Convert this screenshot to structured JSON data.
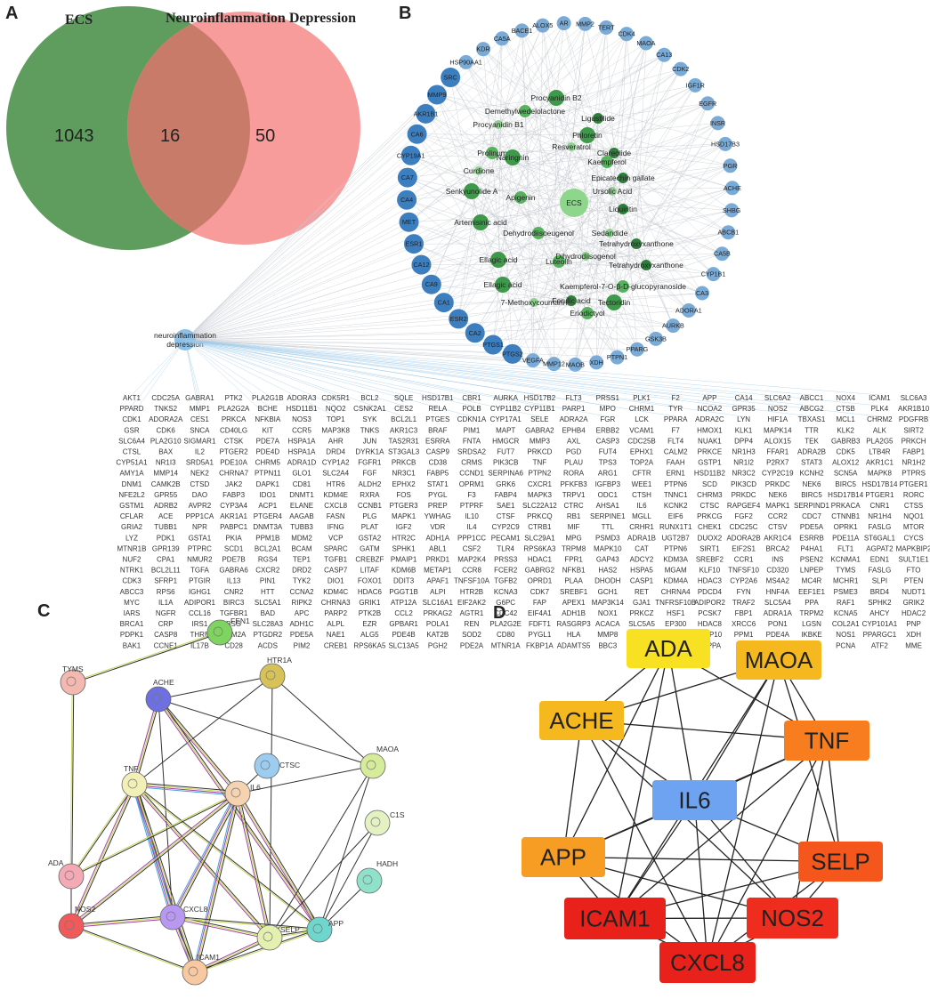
{
  "panels": {
    "a": "A",
    "b": "B",
    "c": "C",
    "d": "D"
  },
  "venn": {
    "left_label": "ECS",
    "right_label": "Neuroinflammation Depression",
    "left_only": "1043",
    "overlap": "16",
    "right_only": "50",
    "left_color": "#5f9d5f",
    "right_color": "#f79b9b",
    "overlap_color": "#c97b6a"
  },
  "network": {
    "center": "ECS",
    "disease_node": "neuroinflammation\ndepression",
    "compounds": [
      "Procyanidin B2",
      "Demethylwedelolactone",
      "Procyanidin B1",
      "Ligustilide",
      "Phloretin",
      "Prolinum",
      "Resveratrol",
      "Clareolide",
      "Naringnin",
      "Kaempferol",
      "Curdione",
      "Epicatechin gallate",
      "Senkyunolide A",
      "Apigenin",
      "Ursolic Acid",
      "Liquiritin",
      "Artemisinic acid",
      "Dehydrodiisoeugenol",
      "Sedandide",
      "Tetrahydroxyxanthone",
      "Ellagic acid",
      "Luteolin",
      "Dihydrodiisogenol",
      "Tetrahydroxyxanthone",
      "Ellagic acid",
      "Kaempferol-7-O-β-D-glucopyranoside",
      "7-Methoxycoumarin",
      "Ferulic acid",
      "Tectoridin",
      "Eriodictyol"
    ],
    "ring_genes": [
      "AR",
      "MMP2",
      "TERT",
      "CDK4",
      "MAOA",
      "CA13",
      "CDK2",
      "IGF1R",
      "EGFR",
      "INSR",
      "HSD17B3",
      "PGR",
      "ACHE",
      "SHBG",
      "ABCB1",
      "CA5B",
      "CYP1B1",
      "CA3",
      "ADORA1",
      "AURKB",
      "GSK3B",
      "PPARG",
      "PTPN1",
      "XDH",
      "MAOB",
      "MMP12",
      "VEGFA",
      "PTGS2",
      "PTGS1",
      "CA2",
      "ESR2",
      "CA1",
      "CA9",
      "CA12",
      "ESR1",
      "MET",
      "CA4",
      "CA7",
      "CYP19A1",
      "CA6",
      "AKR1B1",
      "MMP9",
      "SRC",
      "HSP90AA1",
      "KDR",
      "CA5A",
      "BACE1",
      "ALOX5"
    ]
  },
  "targets": [
    [
      "AKT1",
      "CDC25A",
      "GABRA1",
      "PTK2",
      "PLA2G1B",
      "ADORA3",
      "CDK5R1",
      "BCL2",
      "SQLE",
      "HSD17B1",
      "CBR1",
      "AURKA",
      "HSD17B2",
      "FLT3",
      "PRSS1",
      "PLK1",
      "F2",
      "APP",
      "CA14",
      "SLC6A2",
      "ABCC1",
      "NOX4",
      "ICAM1",
      "SLC6A3"
    ],
    [
      "PPARD",
      "TNKS2",
      "MMP1",
      "PLA2G2A",
      "BCHE",
      "HSD11B1",
      "NQO2",
      "CSNK2A1",
      "CES2",
      "RELA",
      "POLB",
      "CYP11B2",
      "CYP11B1",
      "PARP1",
      "MPO",
      "CHRM1",
      "TYR",
      "NCOA2",
      "GPR35",
      "NOS2",
      "ABCG2",
      "CTSB",
      "PLK4",
      "AKR1B10"
    ],
    [
      "CDK1",
      "ADORA2A",
      "CES1",
      "PRKCA",
      "NFKBIA",
      "NOS3",
      "TOP1",
      "SYK",
      "BCL2L1",
      "PTGES",
      "CDKN1A",
      "CYP17A1",
      "SELE",
      "ADRA2A",
      "FGR",
      "LCK",
      "PPARA",
      "ADRA2C",
      "LYN",
      "HIF1A",
      "TBXAS1",
      "MCL1",
      "CHRM2",
      "PDGFRB"
    ],
    [
      "GSR",
      "CDK6",
      "SNCA",
      "CD40LG",
      "KIT",
      "CCR5",
      "MAP3K8",
      "TNKS",
      "AKR1C3",
      "BRAF",
      "PIM1",
      "MAPT",
      "GABRA2",
      "EPHB4",
      "ERBB2",
      "VCAM1",
      "F7",
      "HMOX1",
      "KLK1",
      "MAPK14",
      "TTR",
      "KLK2",
      "ALK",
      "SIRT2"
    ],
    [
      "SLC6A4",
      "PLA2G10",
      "SIGMAR1",
      "CTSK",
      "PDE7A",
      "HSPA1A",
      "AHR",
      "JUN",
      "TAS2R31",
      "ESRRA",
      "FNTA",
      "HMGCR",
      "MMP3",
      "AXL",
      "CASP3",
      "CDC25B",
      "FLT4",
      "NUAK1",
      "DPP4",
      "ALOX15",
      "TEK",
      "GABRB3",
      "PLA2G5",
      "PRKCH"
    ],
    [
      "CTSL",
      "BAX",
      "IL2",
      "PTGER2",
      "PDE4D",
      "HSPA1A",
      "DRD4",
      "DYRK1A",
      "ST3GAL3",
      "CASP9",
      "SRDSA2",
      "FUT7",
      "PRKCD",
      "PGD",
      "FUT4",
      "EPHX1",
      "CALM2",
      "PRKCE",
      "NR1H3",
      "FFAR1",
      "ADRA2B",
      "CDK5",
      "LTB4R",
      "FABP1"
    ],
    [
      "CYP51A1",
      "NR1I3",
      "SRD5A1",
      "PDE10A",
      "CHRM5",
      "ADRA1D",
      "CYP1A2",
      "FGFR1",
      "PRKCB",
      "CD38",
      "CRMS",
      "PIK3CB",
      "TNF",
      "PLAU",
      "TPS3",
      "TOP2A",
      "FAAH",
      "GSTP1",
      "NR1I2",
      "P2RX7",
      "STAT3",
      "ALOX12",
      "AKR1C1",
      "NR1H2"
    ],
    [
      "AMY1A",
      "MMP14",
      "NEK2",
      "CHRNA7",
      "PTPN11",
      "GLO1",
      "SLC2A4",
      "FGF",
      "NR3C1",
      "FABP5",
      "CCND1",
      "SERPINA6",
      "PTPN2",
      "RORA",
      "ARG1",
      "CFTR",
      "ERN1",
      "HSD11B2",
      "NR3C2",
      "CYP2C19",
      "KCNH2",
      "SCN5A",
      "MAPK8",
      "PTPRS"
    ],
    [
      "DNM1",
      "CAMK2B",
      "CTSD",
      "JAK2",
      "DAPK1",
      "CD81",
      "HTR6",
      "ALDH2",
      "EPHX2",
      "STAT1",
      "OPRM1",
      "GRK6",
      "CXCR1",
      "PFKFB3",
      "IGFBP3",
      "WEE1",
      "PTPN6",
      "SCD",
      "PIK3CD",
      "PRKDC",
      "NEK6",
      "BIRC5",
      "HSD17B14",
      "PTGER1"
    ],
    [
      "NFE2L2",
      "GPR55",
      "DAO",
      "FABP3",
      "IDO1",
      "DNMT1",
      "KDM4E",
      "RXRA",
      "FOS",
      "PYGL",
      "F3",
      "FABP4",
      "MAPK3",
      "TRPV1",
      "ODC1",
      "CTSH",
      "TNNC1",
      "CHRM3",
      "PRKDC",
      "NEK6",
      "BIRC5",
      "HSD17B14",
      "PTGER1",
      "RORC"
    ],
    [
      "GSTM1",
      "ADRB2",
      "AVPR2",
      "CYP3A4",
      "ACP1",
      "ELANE",
      "CXCL8",
      "CCNB1",
      "PTGER3",
      "PREP",
      "PTPRF",
      "SAE1",
      "SLC22A12",
      "CTRC",
      "AHSA1",
      "IL6",
      "KCNK2",
      "CTSC",
      "RAPGEF4",
      "MAPK1",
      "SERPIND1",
      "PRKACA",
      "CNR1",
      "CTSS"
    ],
    [
      "CFLAR",
      "ACE",
      "PPP1CA",
      "AKR1A1",
      "PTGER4",
      "AAGAB",
      "FASN",
      "PLG",
      "MAPK1",
      "YWHAG",
      "IL10",
      "CTSF",
      "PRKCQ",
      "RB1",
      "SERPINE1",
      "MGLL",
      "EIF6",
      "PRKCG",
      "FGF2",
      "CCR2",
      "CDC7",
      "CTNNB1",
      "NR1H4",
      "NQO1"
    ],
    [
      "GRIA2",
      "TUBB1",
      "NPR",
      "PABPC1",
      "DNMT3A",
      "TUBB3",
      "IFNG",
      "PLAT",
      "IGF2",
      "VDR",
      "IL4",
      "CYP2C9",
      "CTRB1",
      "MIF",
      "TTL",
      "CRHR1",
      "RUNX1T1",
      "CHEK1",
      "CDC25C",
      "CTSV",
      "PDE5A",
      "OPRK1",
      "FASLG",
      "MTOR"
    ],
    [
      "LYZ",
      "PDK1",
      "GSTA1",
      "PKIA",
      "PPM1B",
      "MDM2",
      "VCP",
      "GSTA2",
      "HTR2C",
      "ADH1A",
      "PPP1CC",
      "PECAM1",
      "SLC29A1",
      "MPG",
      "PSMD3",
      "ADRA1B",
      "UGT2B7",
      "DUOX2",
      "ADORA2B",
      "AKR1C4",
      "ESRRB",
      "PDE11A",
      "ST6GAL1",
      "CYCS"
    ],
    [
      "MTNR1B",
      "GPR139",
      "PTPRC",
      "SCD1",
      "BCL2A1",
      "BCAM",
      "SPARC",
      "GATM",
      "SPHK1",
      "ABL1",
      "CSF2",
      "TLR4",
      "RPS6KA3",
      "TRPM8",
      "MAPK10",
      "CAT",
      "PTPN6",
      "SIRT1",
      "EIF2S1",
      "BRCA2",
      "P4HA1",
      "FLT1",
      "AGPAT2",
      "MAPKBIP2"
    ],
    [
      "NUF2",
      "CPA1",
      "NMUR2",
      "PDE7B",
      "RGS4",
      "TEP1",
      "TGFB1",
      "CREBZF",
      "PMAIP1",
      "PRKD1",
      "MAP2K4",
      "PRSS3",
      "HDAC1",
      "FPR1",
      "GAP43",
      "ADCY2",
      "KDM3A",
      "SREBF2",
      "CCR1",
      "INS",
      "PSEN2",
      "KCNMA1",
      "EDN1",
      "SULT1E1"
    ],
    [
      "NTRK1",
      "BCL2L11",
      "TGFA",
      "GABRA6",
      "CXCR2",
      "DRD2",
      "CASP7",
      "LITAF",
      "KDM6B",
      "METAP1",
      "CCR8",
      "FCER2",
      "GABRG2",
      "NFKB1",
      "HAS2",
      "HSPA5",
      "MGAM",
      "KLF10",
      "TNFSF10",
      "CD320",
      "LNPEP",
      "TYMS",
      "FASLG",
      "FTO"
    ],
    [
      "CDK3",
      "SFRP1",
      "PTGIR",
      "IL13",
      "PIN1",
      "TYK2",
      "DIO1",
      "FOXO1",
      "DDIT3",
      "APAF1",
      "TNFSF10A",
      "TGFB2",
      "OPRD1",
      "PLAA",
      "DHODH",
      "CASP1",
      "KDM4A",
      "HDAC3",
      "CYP2A6",
      "MS4A2",
      "MC4R",
      "MCHR1",
      "SLPI",
      "PTEN"
    ],
    [
      "ABCC3",
      "RPS6",
      "IGHG1",
      "CNR2",
      "HTT",
      "CCNA2",
      "KDM4C",
      "HDAC6",
      "PGGT1B",
      "ALPI",
      "HTR2B",
      "KCNA3",
      "CDK7",
      "SREBF1",
      "GCH1",
      "RET",
      "CHRNA4",
      "PDCD4",
      "FYN",
      "HNF4A",
      "EEF1E1",
      "PSME3",
      "BRD4",
      "NUDT1"
    ],
    [
      "MYC",
      "IL1A",
      "ADIPOR1",
      "BIRC3",
      "SLC5A1",
      "RIPK2",
      "CHRNA3",
      "GRIK1",
      "ATP12A",
      "SLC16A1",
      "EIF2AK2",
      "G6PC",
      "FAP",
      "APEX1",
      "MAP3K14",
      "GJA1",
      "TNFRSF10B",
      "ADIPOR2",
      "TRAF2",
      "SLC5A4",
      "PPA",
      "RAF1",
      "SPHK2",
      "GRIK2"
    ],
    [
      "IARS",
      "NGFR",
      "CCL16",
      "TGFBR1",
      "BAD",
      "APC",
      "PARP2",
      "PTK2B",
      "CCL2",
      "PRKAG2",
      "AGTR1",
      "CDC42",
      "EIF4A1",
      "ADH1B",
      "NOX1",
      "PRKCZ",
      "HSF1",
      "PCSK7",
      "FBP1",
      "ADRA1A",
      "TRPM2",
      "KCNA5",
      "AHCY",
      "HDAC2"
    ],
    [
      "BRCA1",
      "CRP",
      "IRS1",
      "BSG",
      "SLC28A3",
      "ADH1C",
      "ALPL",
      "EZR",
      "GPBAR1",
      "POLA1",
      "REN",
      "PLA2G2E",
      "FDFT1",
      "RASGRP3",
      "ACACA",
      "SLC5A5",
      "EP300",
      "HDAC8",
      "XRCC6",
      "PON1",
      "LGSN",
      "COL2A1",
      "CYP101A1",
      "PNP"
    ],
    [
      "PDPK1",
      "CASP8",
      "THRB",
      "KDM2A",
      "PTGDR2",
      "PDE5A",
      "NAE1",
      "ALG5",
      "PDE4B",
      "KAT2B",
      "SOD2",
      "CD80",
      "PYGL1",
      "HLA",
      "MMP8",
      "CCR4",
      "DUSP3",
      "MMP10",
      "PPM1",
      "PDE4A",
      "IKBKE",
      "NOS1",
      "PPARGC1",
      "XDH"
    ],
    [
      "BAK1",
      "CCNE1",
      "IL17B",
      "CD28",
      "ACDS",
      "PIM2",
      "CREB1",
      "RPS6KA5",
      "SLC13A5",
      "PGH2",
      "PDE2A",
      "MTNR1A",
      "FKBP1A",
      "ADAMTS5",
      "BBC3",
      "CCNE2",
      "C5AR1",
      "PAPPA",
      "PPIF",
      "COMT",
      "NEK1",
      "PCNA",
      "ATF2",
      "MME"
    ]
  ],
  "string_net": {
    "nodes": [
      "FEN1",
      "TYMS",
      "HTR1A",
      "ACHE",
      "MAOA",
      "CTSC",
      "TNF",
      "IL6",
      "C1S",
      "ADA",
      "HADH",
      "NOS2",
      "CXCL8",
      "APP",
      "SELP",
      "ICAM1"
    ]
  },
  "hub_net": {
    "nodes": [
      "ADA",
      "MAOA",
      "ACHE",
      "TNF",
      "IL6",
      "APP",
      "SELP",
      "ICAM1",
      "NOS2",
      "CXCL8"
    ],
    "colors": {
      "ADA": "#f8e022",
      "MAOA": "#f5b81e",
      "ACHE": "#f5b81e",
      "TNF": "#f77d1e",
      "IL6": "#6ea3f2",
      "APP": "#f79d23",
      "SELP": "#f5561c",
      "ICAM1": "#e8211b",
      "NOS2": "#ee2d1f",
      "CXCL8": "#e8211b"
    }
  }
}
